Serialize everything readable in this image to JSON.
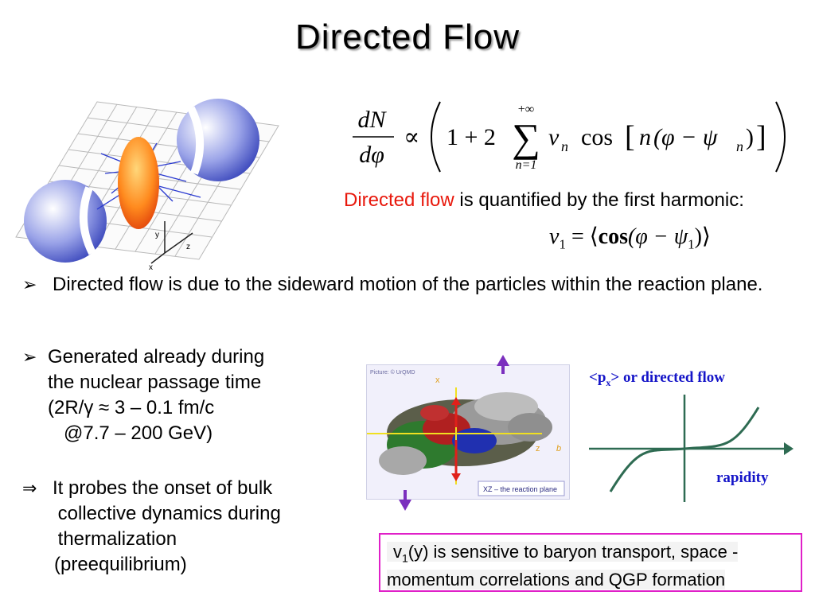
{
  "slide": {
    "title": "Directed  Flow",
    "formula_main": {
      "lhs_num": "dN",
      "lhs_den": "dφ",
      "propto": "∝",
      "one_plus_two": "1 + 2",
      "sum_upper": "+∞",
      "sum_lower": "n=1",
      "sum_symbol": "∑",
      "term_v": "v",
      "term_n": "n",
      "cos": "cos",
      "bracket_content_n": "n",
      "phi_minus_psi": "(φ − ψ",
      "psi_sub": "n",
      "close": ")"
    },
    "directed_flow_label": "Directed flow",
    "directed_flow_rest": " is quantified by the first harmonic:",
    "formula_v1": {
      "v": "v",
      "sub1": "1",
      "eq": " = ⟨",
      "cos": "cos",
      "arg": "(φ − ψ",
      "sub2": "1",
      "close": ")⟩"
    },
    "bullet_1": "Directed flow is due to the sideward motion of the particles within the reaction plane.",
    "bullet_2_lines": [
      "Generated already during",
      "the nuclear passage time",
      "(2R/γ ≈ 3 – 0.1 fm/c",
      "   @7.7 – 200 GeV)"
    ],
    "bullet_3_lines": [
      "It probes the onset of bulk",
      " collective dynamics during",
      " thermalization",
      "(preequilibrium)"
    ],
    "bullet_marker": "➢",
    "implies_marker": "⇒",
    "note_v": "v",
    "note_sub": "1",
    "note_rest": "(y) is sensitive to baryon transport, space - momentum correlations and QGP formation",
    "sim_picture_label": "Picture: © UrQMD",
    "sim_axis_x": "x",
    "sim_axis_z": "z",
    "sim_axis_b": "b",
    "sim_caption": "XZ – the reaction plane",
    "graph_ylabel_pre": "<p",
    "graph_ylabel_sub": "x",
    "graph_ylabel_post": "> or directed flow",
    "graph_xlabel": "rapidity",
    "axis_labels_3d": {
      "y": "y",
      "z": "z",
      "x": "x"
    },
    "colors": {
      "red_text": "#e8180c",
      "note_border": "#e020c8",
      "graph_curve": "#2e6b52",
      "graph_label": "#1515c8",
      "arrow_purple": "#7b2fbe",
      "arrow_red": "#e0201a"
    }
  }
}
